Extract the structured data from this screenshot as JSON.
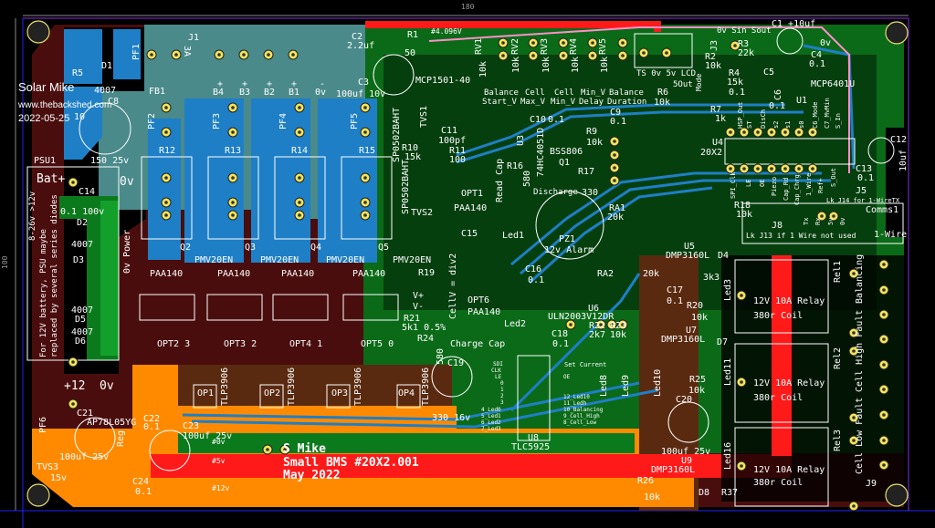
{
  "dimensions": {
    "width_label": "180",
    "height_label": "100"
  },
  "colors": {
    "background": "#000000",
    "copper_top": "#0b7a1c",
    "copper_top_dark": "#064a12",
    "copper_bottom": "#5a1010",
    "pad_blue": "#1e7fc6",
    "teal_pour": "#4a8a8a",
    "orange_pour": "#ff8a00",
    "red_trace": "#ff1a1a",
    "pad_yellow": "#f3e45a",
    "silkscreen": "#ffffff"
  },
  "branding": {
    "author": "Solar Mike",
    "website": "www.thebackshed.com",
    "date": "2022-05-25"
  },
  "title_block": {
    "line1": "S Mike",
    "line2": "Small BMS #20X2.001",
    "line3": "May 2022"
  },
  "labels": [
    "R5",
    "D1",
    "4007",
    "C8",
    "10",
    "150 25v",
    "PSU1",
    "Bat+",
    "0v",
    "C14",
    "0.1 100v",
    "D2",
    "4007",
    "D3",
    "PF1",
    "J1",
    "3A",
    "FB1",
    "+",
    "B4",
    "+",
    "B3",
    "+",
    "B2",
    "+",
    "B1",
    "-",
    "0v",
    "100uf 10v",
    "C3",
    "C2",
    "2.2uf",
    "R1",
    "50",
    "#4.096V",
    "MCP1501-40",
    "PF2",
    "PF3",
    "PF4",
    "PF5",
    "R12",
    "R13",
    "R14",
    "R15",
    "Q2",
    "Q3",
    "Q4",
    "Q5",
    "PMV20EN",
    "PMV20EN",
    "PMV20EN",
    "PMV20EN",
    "R10",
    "15k",
    "R11",
    "100",
    "TVS2",
    "SP0502BAHT",
    "SP0502BAHT",
    "TVS1",
    "C11",
    "100pf",
    "OPT1",
    "PAA140",
    "C15",
    "Led1",
    "R16",
    "580",
    "Read Cap",
    "Discharge",
    "R17",
    "330",
    "PZ1",
    "12v Alarm",
    "RA1",
    "20k",
    "BSS806",
    "Q1",
    "74HC4051D",
    "U3",
    "C10",
    "0.1",
    "C9",
    "0.1",
    "R9",
    "10k",
    "RV1",
    "RV2",
    "RV3",
    "RV4",
    "RV5",
    "10k",
    "10k",
    "10k",
    "10k",
    "10k",
    "Balance",
    "Start_V",
    "Cell",
    "Max_V",
    "Cell",
    "Min_V",
    "Min_V",
    "Delay",
    "Balance",
    "Duration",
    "TS 0v 5v LCD",
    "5Out",
    "Mode",
    "J3",
    "0v Sin Sout",
    "R3",
    "22k",
    "R2",
    "10k",
    "R4",
    "15k",
    "C5",
    "0.1",
    "C6",
    "0.1",
    "R6",
    "10k",
    "R7",
    "1k",
    "C1 +10uf",
    "0v",
    "C4",
    "0.1",
    "MCP6401U",
    "U1",
    "U4",
    "20X2",
    "C12",
    "10uf",
    "C13",
    "0.1",
    "J5",
    "Lk J14 for 1-WireTX",
    "Comms1",
    "1-Wire",
    "R18",
    "10k",
    "J8",
    "Lk J13 if 1 Wire not used",
    "HSP_Out",
    "ST",
    "DisCh",
    "s2",
    "s1",
    "s0",
    "C6_Mode",
    "C7_MvMin",
    "S_In",
    "SPI_Clk",
    "LE",
    "OE",
    "Piezo",
    "Cap_Rd",
    "Cap_Chrg",
    "1_Wire",
    "Ref+",
    "S_Out",
    "Tx",
    "Rx",
    "5v",
    "0v",
    "PAA140",
    "PAA140",
    "PAA140",
    "PAA140",
    "OPT2 3",
    "OPT3 2",
    "OPT4 1",
    "OPT5 0",
    "OP1",
    "OP2",
    "OP3",
    "OP4",
    "TLP3906",
    "TLP3906",
    "TLP3906",
    "TLP3906",
    "+12",
    "0v",
    "PF6",
    "C21",
    "AP78L05YG",
    "C22",
    "0.1",
    "C23",
    "100uf 25v",
    "#0v",
    "#5v",
    "#12v",
    "100uf 25v",
    "TVS3",
    "15v",
    "C24",
    "0.1",
    "Reg",
    "For 12V battery, PSU maybe",
    "replaced by several series diodes",
    "8-26v >12v",
    "0v Power",
    "D5",
    "4007",
    "D6",
    "4007",
    "R19",
    "V+",
    "V-",
    "R21",
    "5k1 0.5%",
    "CellV = div2",
    "R24",
    "580",
    "C19",
    "330 16v",
    "C16",
    "0.1",
    "RA2",
    "20k",
    "OPT6",
    "PAA140",
    "Led2",
    "U6",
    "ULN2003V12DR",
    "R22",
    "2k7",
    "R23",
    "10k",
    "C18",
    "0.1",
    "Charge Cap",
    "Set Current",
    "SDI",
    "CLK",
    "LE",
    "0",
    "1",
    "2",
    "3",
    "4_Led0",
    "5_Led1",
    "6_Led2",
    "7_Led3",
    "OE",
    "12_Led10",
    "11_Ledh",
    "10_Balancing",
    "9_Cell_High",
    "8_Cell_Low",
    "U8",
    "TLC5925",
    "Led8",
    "Led9",
    "Led10",
    "C17",
    "0.1",
    "R20",
    "10k",
    "U7",
    "DMP3160L",
    "D7",
    "R25",
    "10k",
    "C20",
    "100uf 25v",
    "U9",
    "DMP3160L",
    "R26",
    "10k",
    "D8",
    "U5",
    "DMP3160L",
    "D4",
    "3k3",
    "R37",
    "Led3",
    "Led11",
    "Led16",
    "12V  10A  Relay",
    "380r  Coil",
    "12V  10A  Relay",
    "380r  Coil",
    "12V  10A  Relay",
    "380r  Coil",
    "Rel1",
    "Rel2",
    "Rel3",
    "J9",
    "Balancing",
    "Cell High Fault",
    "Cell Low Fault"
  ]
}
